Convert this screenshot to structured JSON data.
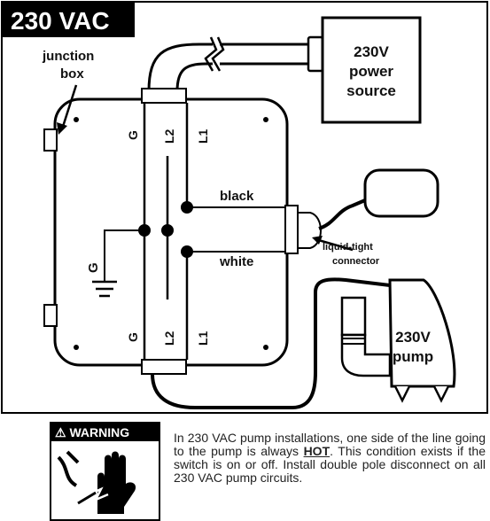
{
  "diagram": {
    "title": "230 VAC",
    "junction_box_label_1": "junction",
    "junction_box_label_2": "box",
    "power_source_1": "230V",
    "power_source_2": "power",
    "power_source_3": "source",
    "pump_1": "230V",
    "pump_2": "pump",
    "terminal_g_top": "G",
    "terminal_l2_top": "L2",
    "terminal_l1_top": "L1",
    "terminal_g_bottom": "G",
    "terminal_l2_bottom": "L2",
    "terminal_l1_bottom": "L1",
    "ground_label": "G",
    "wire_black": "black",
    "wire_white": "white",
    "connector_1": "liquid-tight",
    "connector_2": "connector"
  },
  "warning": {
    "heading": "WARNING",
    "text_before": "In 230 VAC pump installations, one side of the line going to the pump is always ",
    "text_emphasis": "HOT",
    "text_after": ". This condition exists if the switch is on or off.  Install double pole disconnect on all 230 VAC pump circuits."
  }
}
